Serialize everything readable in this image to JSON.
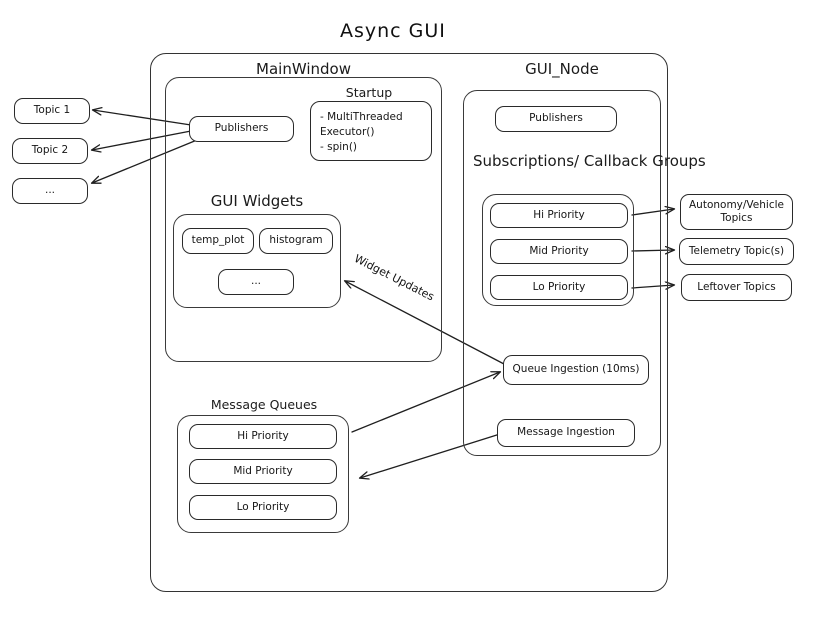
{
  "diagram": {
    "title": "Async GUI",
    "type": "architecture-block-diagram"
  },
  "containers": {
    "outer": {
      "label": ""
    },
    "main_window": {
      "label": "MainWindow"
    },
    "gui_node": {
      "label": "GUI_Node"
    },
    "startup": {
      "label": "Startup"
    },
    "gui_widgets": {
      "label": "GUI Widgets"
    },
    "message_queues": {
      "label": "Message Queues"
    },
    "subscriptions": {
      "label": "Subscriptions/\nCallback Groups"
    }
  },
  "external_topics": {
    "left": [
      {
        "label": "Topic 1"
      },
      {
        "label": "Topic 2"
      },
      {
        "label": "..."
      }
    ],
    "right": [
      {
        "label": "Autonomy/Vehicle Topics"
      },
      {
        "label": "Telemetry Topic(s)"
      },
      {
        "label": "Leftover Topics"
      }
    ]
  },
  "main_window": {
    "publishers": "Publishers",
    "startup_note": "- MultiThreaded\n  Executor()\n- spin()",
    "widgets": [
      {
        "label": "temp_plot"
      },
      {
        "label": "histogram"
      },
      {
        "label": "..."
      }
    ],
    "queues": [
      {
        "label": "Hi Priority"
      },
      {
        "label": "Mid Priority"
      },
      {
        "label": "Lo Priority"
      }
    ]
  },
  "gui_node": {
    "publishers": "Publishers",
    "callback_groups": [
      {
        "label": "Hi Priority"
      },
      {
        "label": "Mid Priority"
      },
      {
        "label": "Lo Priority"
      }
    ],
    "queue_ingestion": "Queue Ingestion (10ms)",
    "message_ingestion": "Message Ingestion"
  },
  "edge_labels": {
    "widget_updates": "Widget Updates"
  },
  "colors": {
    "stroke": "#2a2a2a",
    "text": "#161616",
    "background": "#ffffff"
  }
}
